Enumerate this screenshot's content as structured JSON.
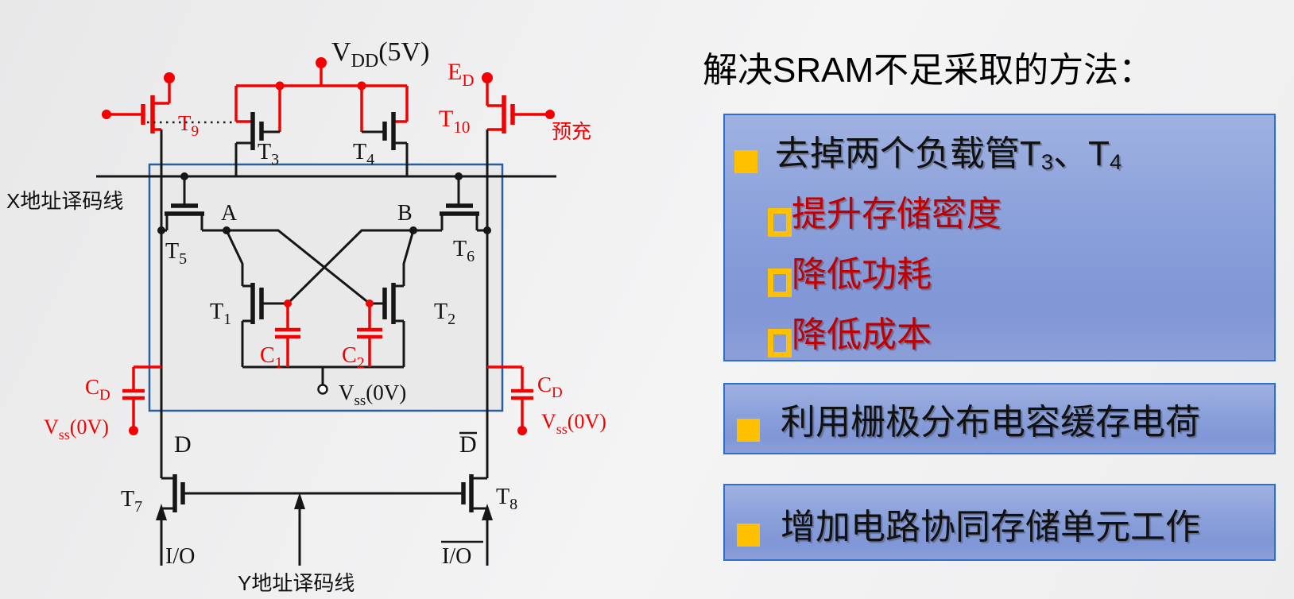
{
  "slide": {
    "title": "解决SRAM不足采取的方法："
  },
  "methods": {
    "item1": {
      "prefix": "去掉两个负载管",
      "t1": "T",
      "t1_sub": "3",
      "sep": "、",
      "t2": "T",
      "t2_sub": "4",
      "subitems": [
        "提升存储密度",
        "降低功耗",
        "降低成本"
      ]
    },
    "item2": "利用栅极分布电容缓存电荷",
    "item3": "增加电路协同存储单元工作"
  },
  "colors": {
    "accent_gold": "#FFC000",
    "sub_item_red": "#C00000",
    "box_fill_top": "#9FB1E1",
    "box_fill_bottom": "#8096D6",
    "box_border_blue": "#2E6FD0",
    "circuit_red": "#F40000",
    "cell_border_blue": "#2A5F9E"
  },
  "circuit": {
    "power": {
      "vdd": "V",
      "vdd_sub": "DD",
      "vdd_rest": "(5V)",
      "vss": "V",
      "vss_sub": "ss",
      "vss_rest": "(0V)"
    },
    "signals": {
      "ed": "E",
      "ed_sub": "D",
      "precharge": "预充",
      "node_a": "A",
      "node_b": "B",
      "d": "D",
      "d_bar": "D",
      "io": "I/O",
      "io_bar": "I/O",
      "x_decoder": "X地址译码线",
      "y_decoder": "Y地址译码线"
    },
    "transistors": {
      "t": "T",
      "t1": "1",
      "t2": "2",
      "t3": "3",
      "t4": "4",
      "t5": "5",
      "t6": "6",
      "t7": "7",
      "t8": "8",
      "t9": "9",
      "t10": "10"
    },
    "capacitors": {
      "c": "C",
      "c1": "1",
      "c2": "2",
      "cd": "D"
    }
  }
}
